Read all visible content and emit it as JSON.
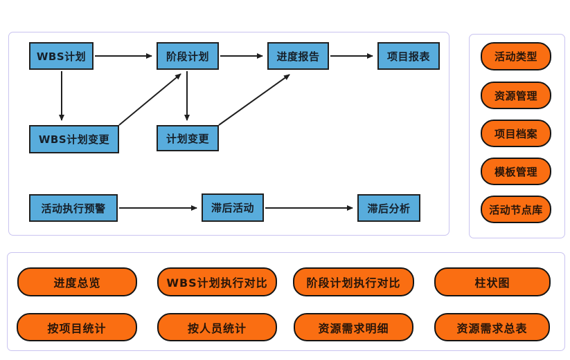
{
  "colors": {
    "node_fill": "#58acdc",
    "node_border": "#1f1f1f",
    "pill_fill": "#fa6e12",
    "pill_border": "#141414",
    "panel_border": "#c9c3f0",
    "arrow": "#1f1f1f",
    "background": "#ffffff"
  },
  "flowchart": {
    "nodes": [
      {
        "id": "wbs-plan",
        "label": "WBS计划"
      },
      {
        "id": "stage-plan",
        "label": "阶段计划"
      },
      {
        "id": "progress-report",
        "label": "进度报告"
      },
      {
        "id": "project-report",
        "label": "项目报表"
      },
      {
        "id": "wbs-plan-change",
        "label": "WBS计划变更"
      },
      {
        "id": "plan-change",
        "label": "计划变更"
      },
      {
        "id": "activity-exec-warning",
        "label": "活动执行预警"
      },
      {
        "id": "delayed-activity",
        "label": "滞后活动"
      },
      {
        "id": "delay-analysis",
        "label": "滞后分析"
      }
    ],
    "edges": [
      {
        "from": "wbs-plan",
        "to": "stage-plan"
      },
      {
        "from": "stage-plan",
        "to": "progress-report"
      },
      {
        "from": "progress-report",
        "to": "project-report"
      },
      {
        "from": "wbs-plan",
        "to": "wbs-plan-change"
      },
      {
        "from": "stage-plan",
        "to": "plan-change"
      },
      {
        "from": "wbs-plan-change",
        "to": "stage-plan"
      },
      {
        "from": "plan-change",
        "to": "progress-report"
      },
      {
        "from": "activity-exec-warning",
        "to": "delayed-activity"
      },
      {
        "from": "delayed-activity",
        "to": "delay-analysis"
      }
    ]
  },
  "right_panel": {
    "items": [
      {
        "label": "活动类型"
      },
      {
        "label": "资源管理"
      },
      {
        "label": "项目档案"
      },
      {
        "label": "模板管理"
      },
      {
        "label": "活动节点库"
      }
    ]
  },
  "bottom_panel": {
    "items": [
      {
        "label": "进度总览"
      },
      {
        "label": "WBS计划执行对比"
      },
      {
        "label": "阶段计划执行对比"
      },
      {
        "label": "柱状图"
      },
      {
        "label": "按项目统计"
      },
      {
        "label": "按人员统计"
      },
      {
        "label": "资源需求明细"
      },
      {
        "label": "资源需求总表"
      }
    ]
  }
}
